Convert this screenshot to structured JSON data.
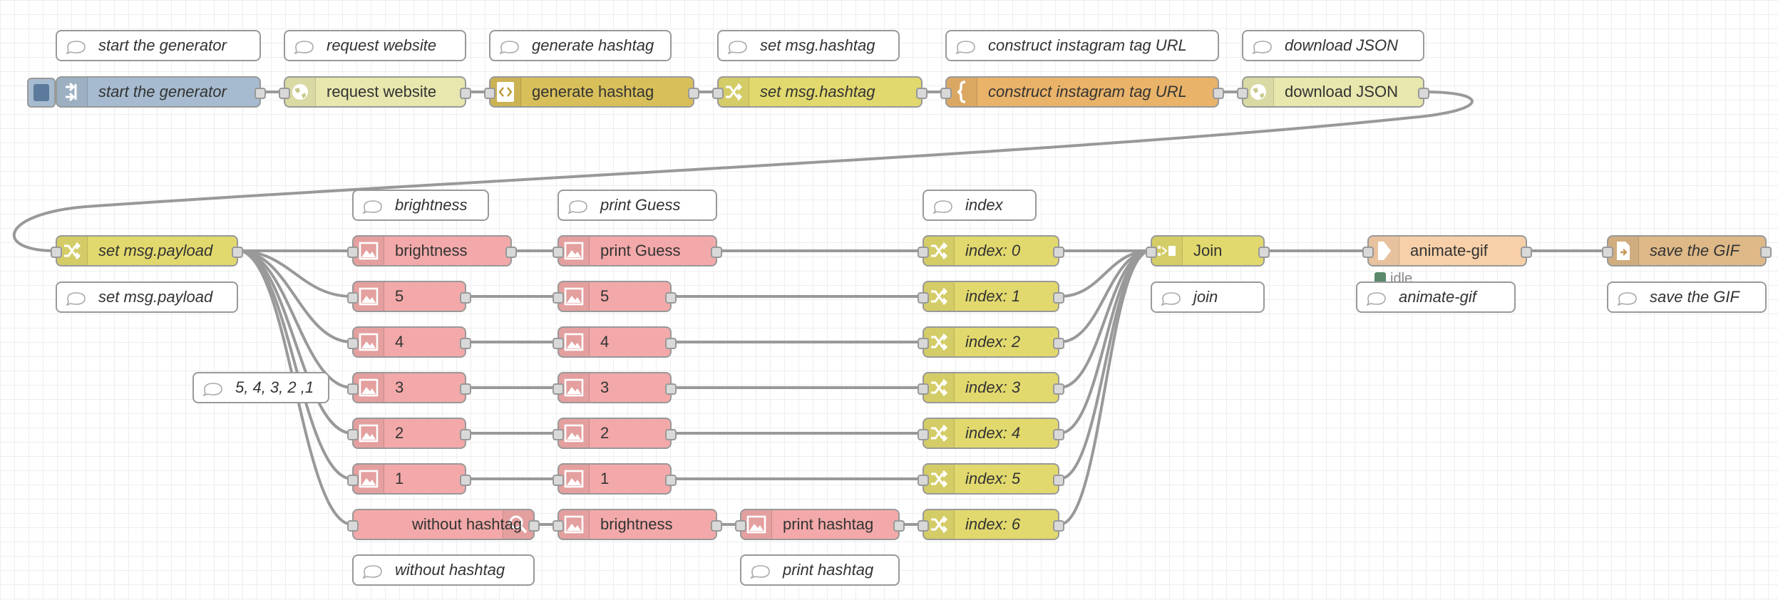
{
  "colors": {
    "inject": "#a6bbcf",
    "http_request": "#e7e7ae",
    "template": "#d8bf5a",
    "change": "#e2d96e",
    "function": "#e9b36a",
    "image": "#f3a9a9",
    "join": "#e2d96e",
    "animate_gif": "#f7cfa8",
    "file": "#deb887",
    "wire": "#999999",
    "comment_bg": "#ffffff",
    "status_idle": "#5a8a6a"
  },
  "icons": {
    "inject": "arrow-in-icon",
    "http_request": "globe-icon",
    "template": "code-brackets-icon",
    "change": "shuffle-icon",
    "function": "curly-brace-icon",
    "image": "image-icon",
    "search": "search-icon",
    "join": "join-icon",
    "animate_gif": "arrow-right-icon",
    "file": "file-icon",
    "comment": "speech-bubble-icon"
  },
  "flow": {
    "top_row": {
      "comments": [
        "start the generator",
        "request website",
        "generate hashtag",
        "set msg.hashtag",
        "construct instagram tag URL",
        "download JSON"
      ],
      "nodes": [
        "start the generator",
        "request website",
        "generate hashtag",
        "set msg.hashtag",
        "construct instagram tag URL",
        "download JSON"
      ]
    },
    "payload": {
      "node": "set msg.payload",
      "comment": "set msg.payload"
    },
    "branch_comments": {
      "brightness": "brightness",
      "print_guess": "print Guess",
      "index": "index",
      "countdown": "5, 4, 3, 2 ,1",
      "without_hashtag": "without hashtag",
      "print_hashtag": "print hashtag"
    },
    "col1": [
      "brightness",
      "5",
      "4",
      "3",
      "2",
      "1",
      "without hashtag"
    ],
    "col2": [
      "print Guess",
      "5",
      "4",
      "3",
      "2",
      "1",
      "brightness"
    ],
    "print_hashtag_node": "print hashtag",
    "index_nodes": [
      "index: 0",
      "index: 1",
      "index: 2",
      "index: 3",
      "index: 4",
      "index: 5",
      "index: 6"
    ],
    "join": {
      "node": "Join",
      "comment": "join"
    },
    "animate": {
      "node": "animate-gif",
      "comment": "animate-gif",
      "status": "idle"
    },
    "save": {
      "node": "save the GIF",
      "comment": "save the GIF"
    }
  }
}
